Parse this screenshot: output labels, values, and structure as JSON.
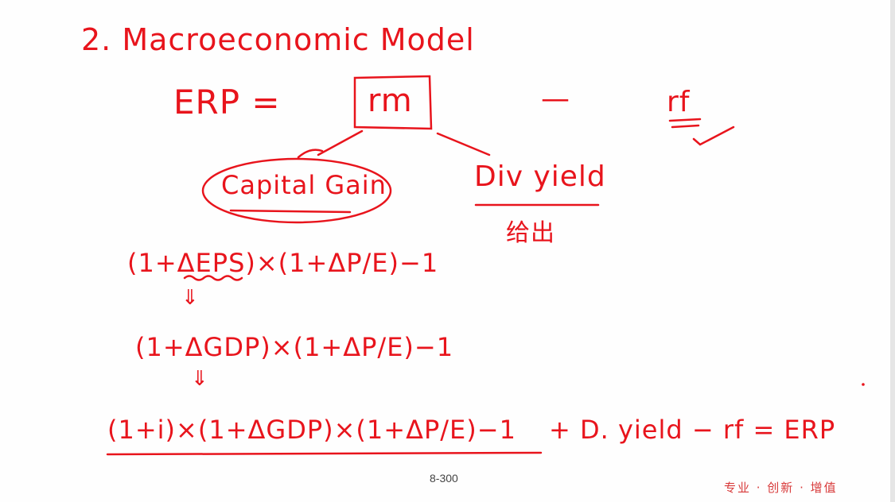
{
  "title": "2. Macroeconomic Model",
  "erp_eq": {
    "lhs": "ERP =",
    "rm": "rm",
    "minus": "—",
    "rf": "rf"
  },
  "branches": {
    "capital_gain": "Capital Gain",
    "div_yield": "Div yield",
    "div_note": "给出"
  },
  "formulas": [
    "(1+ΔEPS)×(1+ΔP/E)−1",
    "⇓",
    "(1+ΔGDP)×(1+ΔP/E)−1",
    "⇓",
    "(1+i)×(1+ΔGDP)×(1+ΔP/E)−1",
    "+ D. yield − rf = ERP"
  ],
  "footer": {
    "page": "8-300",
    "slogan": "专业 · 创新 · 增值"
  },
  "colors": {
    "ink": "#e8141c",
    "background": "#fefefe"
  }
}
